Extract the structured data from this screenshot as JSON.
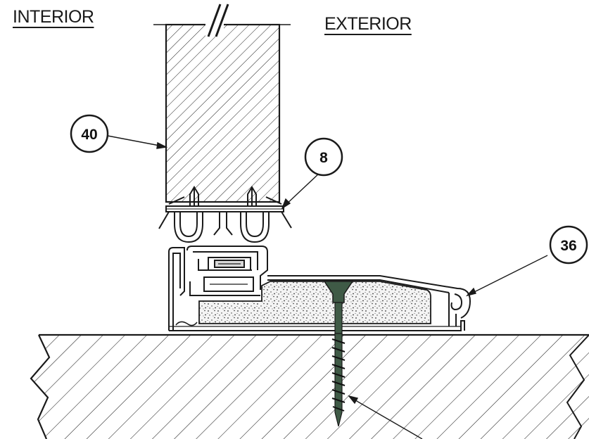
{
  "labels": {
    "interior": "INTERIOR",
    "exterior": "EXTERIOR"
  },
  "callouts": {
    "door_leaf": "40",
    "seal": "8",
    "threshold": "36"
  },
  "colors": {
    "line": "#1a1a1a",
    "screw": "#3f5a46",
    "insulation": "#f4f4f4"
  }
}
